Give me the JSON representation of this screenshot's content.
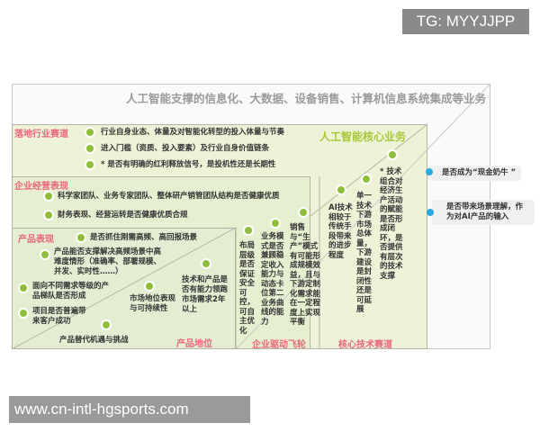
{
  "watermarks": {
    "top": "TG: MYYJJPP",
    "bottom": "www.cn-intl-hgsports.com"
  },
  "outer_title": "人工智能支撑的信息化、大数据、设备销售、计算机信息系统集成等业务",
  "core_title": "人工智能核心业务",
  "industry": {
    "label": "落地行业赛道",
    "items": [
      "行业自身业态、体量及对智能化转型的投入体量与节奏",
      "进入门槛（资质、投入要素）及行业自身价值链条",
      "* 是否有明确的红利释放信号，是投机性还是长期性"
    ]
  },
  "enterprise": {
    "label": "企业经营表现",
    "items": [
      "科学家团队、业务专家团队、整体研产销管团队结构是否健康优质",
      "财务表现、经营运转是否健康优质合规"
    ]
  },
  "product": {
    "label": "产品表现",
    "items": [
      "是否抓住刚需高频、高回报场景",
      "产品能否支撑解决高频场景中高难度情形（准确率、部署规模、并发、实时性……）",
      "面向不同需求等级的产品梯队是否形成",
      "项目是否普遍带来客户成功"
    ]
  },
  "position": {
    "label": "产品地位",
    "items": [
      "技术和产品是否有能力领跑市场需求2年以上",
      "市场地位表现与可持续性",
      "产品替代机遇与挑战"
    ]
  },
  "flywheel": {
    "label": "企业驱动飞轮",
    "items": [
      "布局层级是否保证安全可控，可自主优化",
      "业务模式是否兼顾稳定收入能力与动态卡位第二业务曲线的能力",
      "销售与“生产”模式有可能形成规模效益，且与下游定制化需求能在一定程度上实现平衡"
    ]
  },
  "tech": {
    "label": "核心技术赛道",
    "items": [
      "AI技术相较于传统手段带来的进步程度",
      "单一技术下游市场总体量，下游建设是封闭性还是可延展",
      "* 技术组合对经济生产活动的赋能是否形成闭环，是否提供有层次的技术支撑"
    ]
  },
  "outside": [
    "是否成为“现金奶牛 ”",
    "是否带来场景理解，作为对AI产品的输入"
  ],
  "colors": {
    "green_dot": "#8fbf3a",
    "blue_dot": "#29a9e0",
    "label_red": "#e8677a",
    "core_green": "#a8c83c"
  }
}
